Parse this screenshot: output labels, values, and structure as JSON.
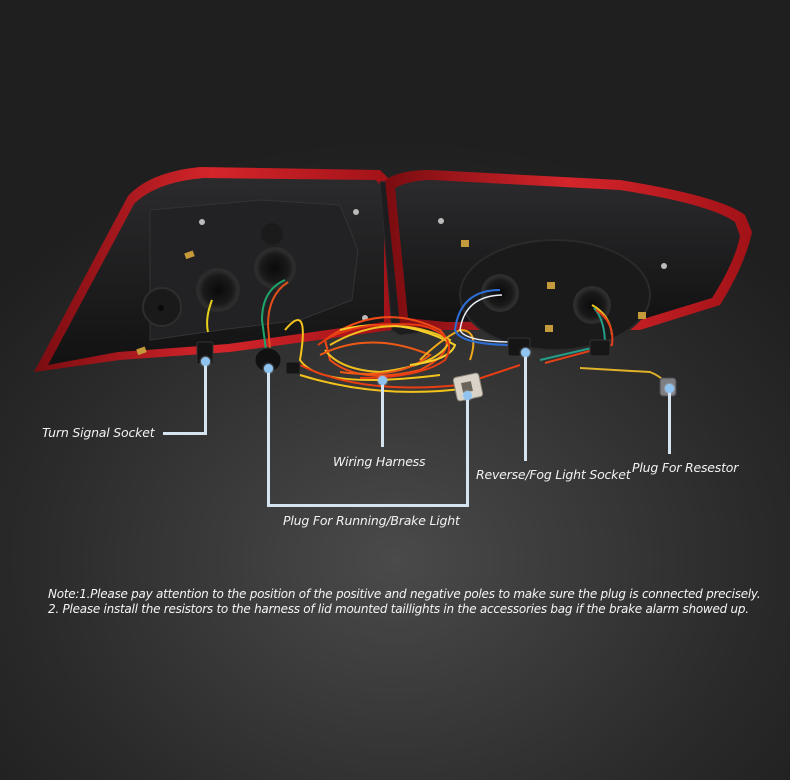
{
  "product": {
    "name": "LED tail light assembly (rear view, wiring diagram)",
    "colors": {
      "background": "#2a2a2a",
      "lens_red": "#c4171c",
      "housing": "#1a1a1a",
      "callout_line": "#d6e4f0",
      "callout_dot": "#8fc4f0",
      "label_text": "#f2f2f2"
    }
  },
  "callouts": [
    {
      "id": "turn-signal-socket",
      "label": "Turn Signal Socket"
    },
    {
      "id": "plug-running-brake",
      "label": "Plug For Running/Brake Light"
    },
    {
      "id": "wiring-harness",
      "label": "Wiring Harness"
    },
    {
      "id": "reverse-fog-socket",
      "label": "Reverse/Fog Light Socket"
    },
    {
      "id": "plug-resistor",
      "label": "Plug For Resestor"
    }
  ],
  "notes": {
    "line1": "Note:1.Please pay attention to the position of the positive and negative poles to make sure the plug is connected precisely.",
    "line2": "2. Please install the resistors to the harness of lid mounted taillights in the accessories bag if the brake alarm showed up."
  }
}
